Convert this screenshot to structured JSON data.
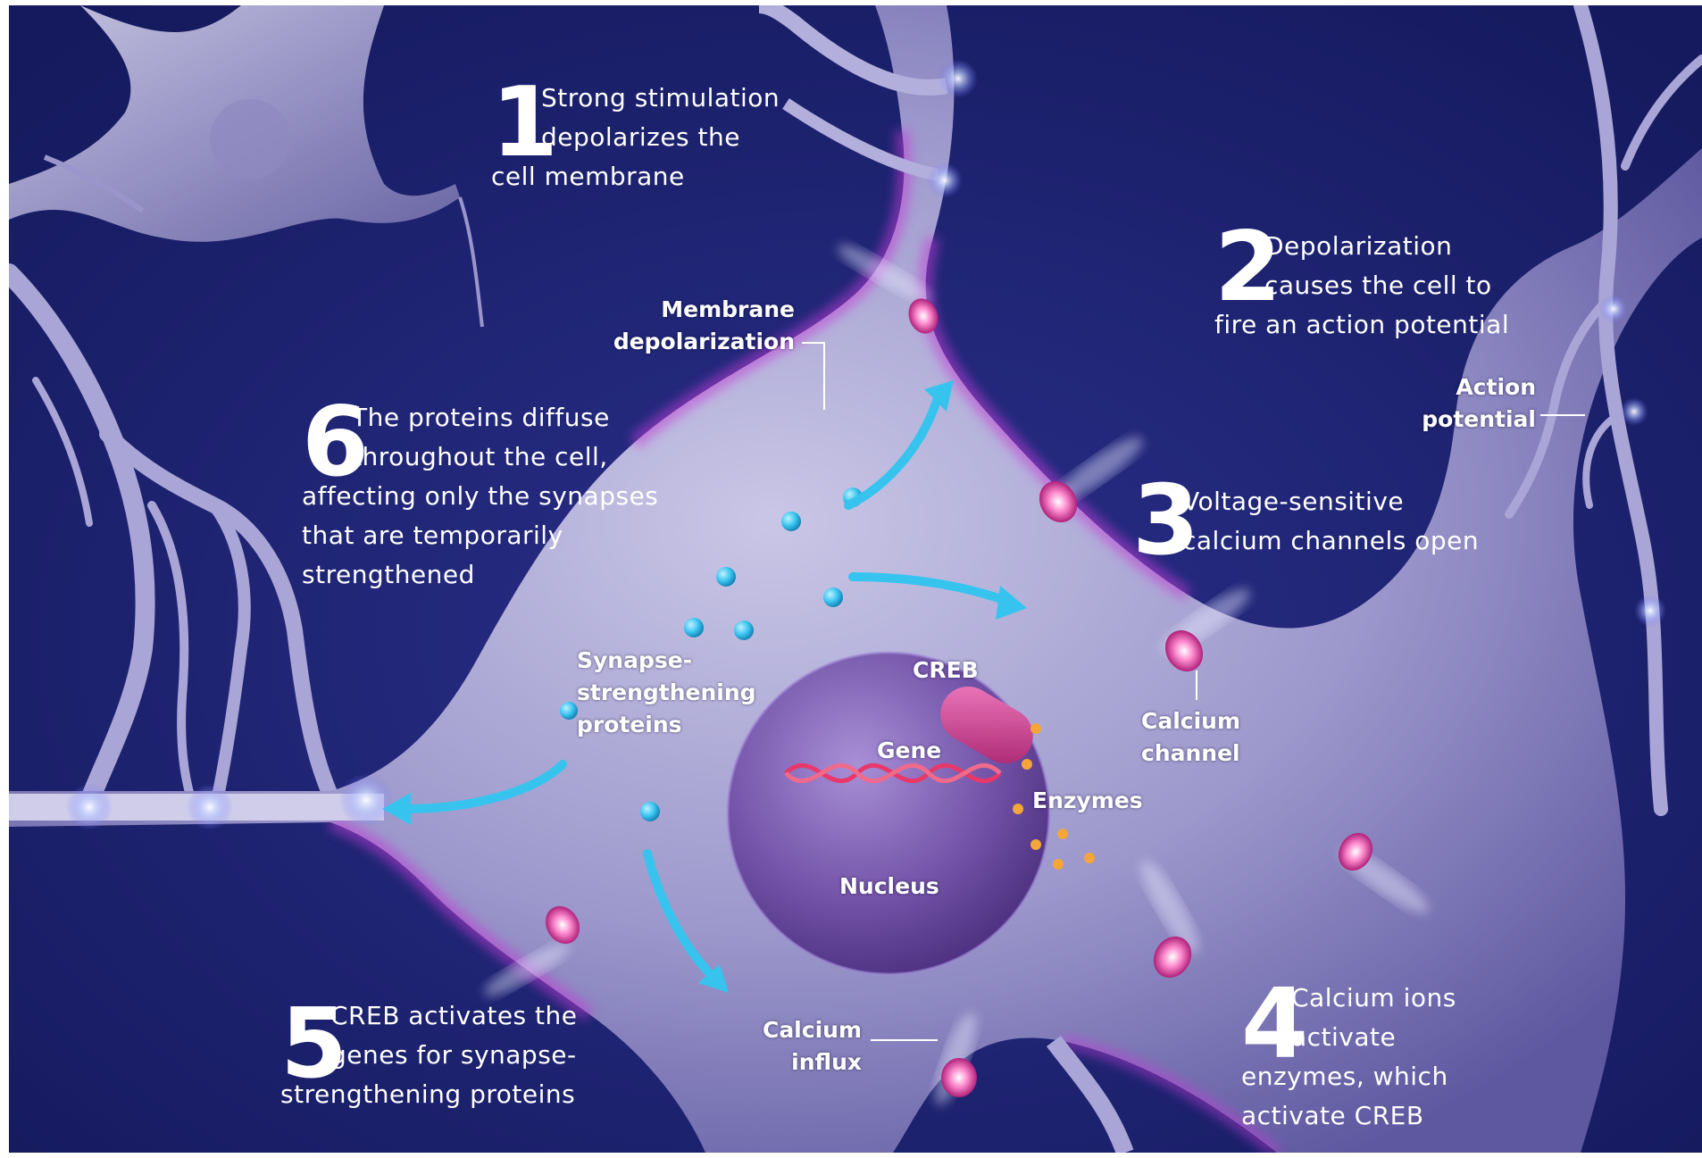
{
  "steps": [
    {
      "number": "1",
      "lines": [
        "Strong stimulation",
        "depolarizes the",
        "cell membrane"
      ]
    },
    {
      "number": "2",
      "lines": [
        "Depolarization",
        "causes the cell to",
        "fire an action potential"
      ]
    },
    {
      "number": "3",
      "lines": [
        "Voltage-sensitive",
        "calcium channels open"
      ]
    },
    {
      "number": "4",
      "lines": [
        "Calcium ions",
        "activate",
        "enzymes, which",
        "activate CREB"
      ]
    },
    {
      "number": "5",
      "lines": [
        "CREB activates the",
        "genes for synapse-",
        "strengthening proteins"
      ]
    },
    {
      "number": "6",
      "lines": [
        "The proteins diffuse",
        "throughout the cell,",
        "affecting only the synapses",
        "that are temporarily",
        "strengthened"
      ]
    }
  ],
  "labels": {
    "membrane_depolarization": [
      "Membrane",
      "depolarization"
    ],
    "action_potential": [
      "Action",
      "potential"
    ],
    "calcium_channel": [
      "Calcium",
      "channel"
    ],
    "synapse_proteins": [
      "Synapse-",
      "strengthening",
      "proteins"
    ],
    "creb": "CREB",
    "gene": "Gene",
    "enzymes": "Enzymes",
    "nucleus": "Nucleus",
    "calcium_influx": [
      "Calcium",
      "influx"
    ]
  },
  "colors": {
    "background": "#1a1f6e",
    "neuron": "#b9b6dc",
    "membrane_glow": "#c23cd6",
    "nucleus": "#7b5bb3",
    "protein_blue": "#36c4ef",
    "creb_pink": "#d94fa3",
    "dna_red": "#e8386a",
    "enzyme_orange": "#f4a63a"
  }
}
